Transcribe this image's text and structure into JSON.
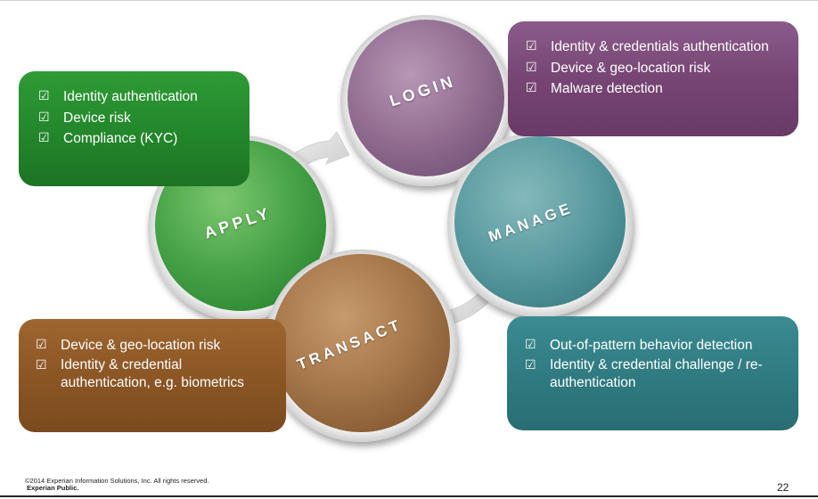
{
  "stages": {
    "apply": {
      "label": "APPLY",
      "color": "#2e9b35",
      "items": [
        "Identity authentication",
        "Device risk",
        "Compliance (KYC)"
      ]
    },
    "login": {
      "label": "LOGIN",
      "color": "#8a5b8a",
      "items": [
        "Identity & credentials authentication",
        "Device & geo-location risk",
        "Malware detection"
      ]
    },
    "manage": {
      "label": "MANAGE",
      "color": "#3b8b92",
      "items": [
        "Out-of-pattern behavior detection",
        "Identity & credential challenge / re-authentication"
      ]
    },
    "transact": {
      "label": "TRANSACT",
      "color": "#9d6630",
      "items": [
        "Device & geo-location risk",
        "Identity & credential authentication, e.g. biometrics"
      ]
    }
  },
  "checkbox_icon": "checked-box-icon",
  "footer": {
    "copyright": "©2014 Experian Information Solutions, Inc. All rights reserved.",
    "classification": "Experian Public."
  },
  "page_number": "22"
}
